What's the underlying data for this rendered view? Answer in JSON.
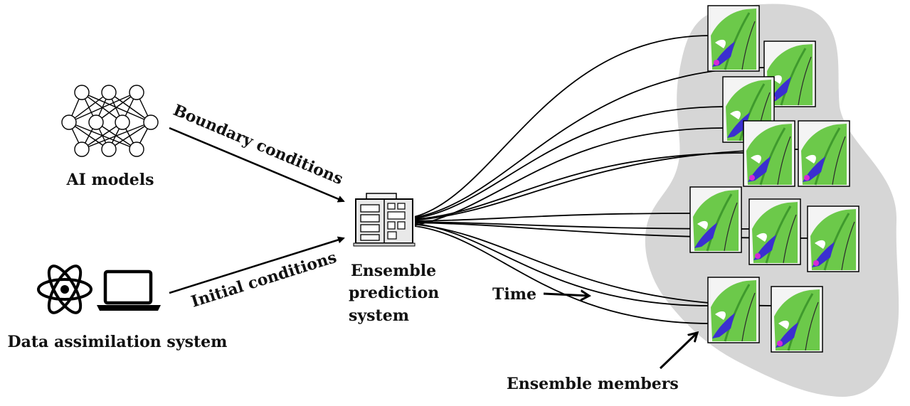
{
  "labels": {
    "ai_models": "AI models",
    "data_assimilation": "Data assimilation system",
    "boundary_conditions": "Boundary conditions",
    "initial_conditions": "Initial conditions",
    "eps_line1": "Ensemble",
    "eps_line2": "prediction",
    "eps_line3": "system",
    "time": "Time",
    "ensemble_members": "Ensemble members"
  },
  "icons": {
    "ai_models": "neural-network-icon",
    "atom": "atom-icon",
    "laptop": "laptop-icon",
    "eps": "server-rack-icon"
  },
  "colors": {
    "cloud": "#d6d6d6",
    "map_green": "#6cc94a",
    "map_green_dark": "#3f9a2d",
    "map_blue": "#3b2fd0",
    "map_magenta": "#d62ad6"
  },
  "ensemble_member_count": 12
}
